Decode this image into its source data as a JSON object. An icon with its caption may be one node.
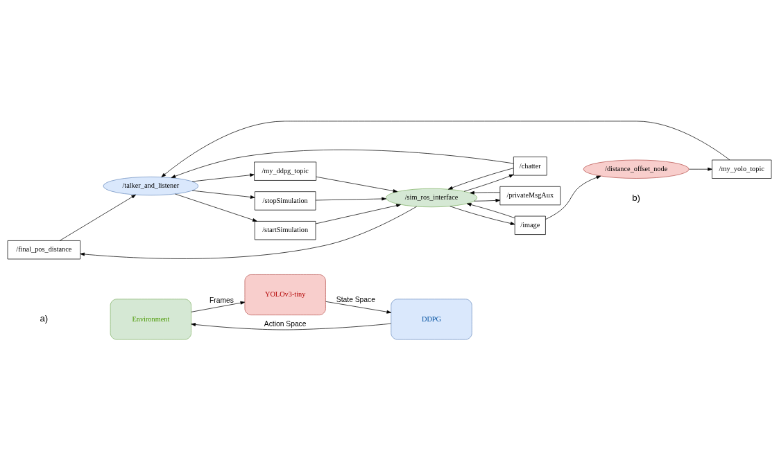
{
  "diagram": {
    "nodes": [
      {
        "text": [
          "Environment"
        ]
      },
      {
        "text": [
          "YOLOv3-tiny"
        ]
      },
      {
        "text": [
          "DDPG"
        ]
      },
      {
        "text": [
          "/final_pos_distance"
        ]
      },
      {
        "text": [
          "/stopSimulation"
        ]
      },
      {
        "text": [
          "/chatter"
        ]
      },
      {
        "text": [
          "/my_ddpg_topic"
        ]
      },
      {
        "text": [
          "/sim_ros_interface"
        ]
      },
      {
        "text": [
          "/talker_and_listener"
        ]
      },
      {
        "text": [
          "/startSimulation"
        ]
      },
      {
        "text": [
          "/privateMsgAux"
        ]
      },
      {
        "text": [
          "/my_yolo_topic"
        ]
      },
      {
        "text": [
          "/image"
        ]
      },
      {
        "text": [
          "/distance_offset_node"
        ]
      }
    ],
    "edges": [
      {
        "from": 0,
        "to": 1,
        "arrow": "to",
        "label": "Frames"
      },
      {
        "from": 1,
        "to": 2,
        "arrow": "to",
        "label": "State Space"
      },
      {
        "from": 2,
        "to": 0,
        "arrow": "to",
        "label": "Action Space"
      },
      {
        "from": 8,
        "to": 4,
        "arrow": "to"
      },
      {
        "from": 8,
        "to": 6,
        "arrow": "to"
      },
      {
        "from": 8,
        "to": 9,
        "arrow": "to"
      },
      {
        "from": 4,
        "to": 7,
        "arrow": "to"
      },
      {
        "from": 6,
        "to": 7,
        "arrow": "to"
      },
      {
        "from": 9,
        "to": 7,
        "arrow": "to"
      },
      {
        "from": 7,
        "to": 3,
        "arrow": "to"
      },
      {
        "from": 3,
        "to": 8,
        "arrow": "to"
      },
      {
        "from": 7,
        "to": 5,
        "arrow": "to"
      },
      {
        "from": 5,
        "to": 7,
        "arrow": "to"
      },
      {
        "from": 5,
        "to": 8,
        "arrow": "to"
      },
      {
        "from": 7,
        "to": 10,
        "arrow": "to"
      },
      {
        "from": 10,
        "to": 7,
        "arrow": "to"
      },
      {
        "from": 7,
        "to": 12,
        "arrow": "to"
      },
      {
        "from": 12,
        "to": 7,
        "arrow": "to"
      },
      {
        "from": 12,
        "to": 13,
        "arrow": "to"
      },
      {
        "from": 13,
        "to": 11,
        "arrow": "to"
      },
      {
        "from": 11,
        "to": 8,
        "arrow": "to"
      }
    ],
    "labels": [
      "a)",
      "b)"
    ]
  }
}
